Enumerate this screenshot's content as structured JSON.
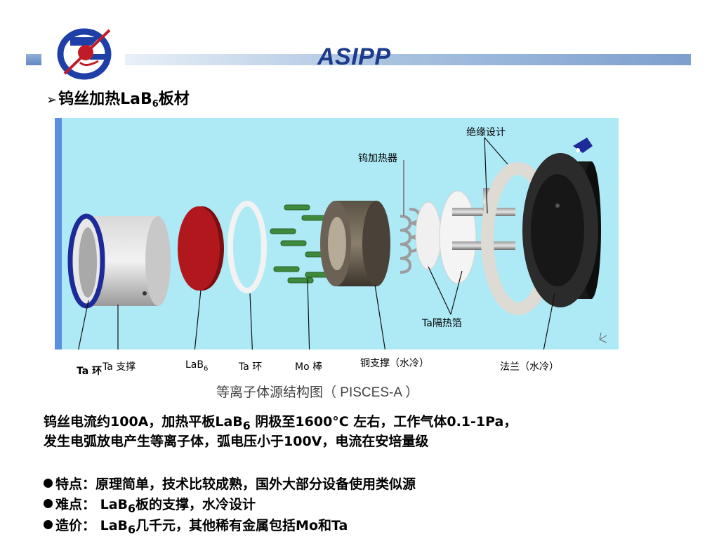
{
  "header": {
    "brand": "ASIPP",
    "colors": {
      "brand": "#1e3a8a",
      "band": "#7d9fce",
      "logo_red": "#c01c28",
      "logo_blue": "#1f3fa8"
    }
  },
  "title": {
    "prefix": "钨丝加热LaB",
    "sub": "6",
    "suffix": "板材"
  },
  "figure": {
    "labels": {
      "insulation": "绝缘设计",
      "tungsten_heater": "钨加热器",
      "ta_foil": "Ta隔热箔",
      "ta_ring_left": "Ta 环",
      "ta_support": "Ta 支撑",
      "lab6_prefix": "LaB",
      "lab6_sub": "6",
      "ta_ring": "Ta 环",
      "mo_rod": "Mo 棒",
      "copper_support": "铜支撑（水冷）",
      "flange": "法兰（水冷）"
    },
    "caption_main": "等离子体源结构图",
    "caption_paren_open": "（",
    "caption_code": " PISCES-A ",
    "caption_paren_close": "）"
  },
  "body": {
    "line1_a": "钨丝电流约100A，加热平板LaB",
    "line1_sub": "6",
    "line1_b": " 阴极至1600°C 左右，工作气体0.1-1Pa，",
    "line2": "发生电弧放电产生等离子体，弧电压小于100V，电流在安培量级",
    "feature": "特点：原理简单，技术比较成熟，国外大部分设备使用类似源",
    "difficulty_a": "难点： LaB",
    "difficulty_sub": "6",
    "difficulty_b": "板的支撑，水冷设计",
    "cost_a": "造价： LaB",
    "cost_sub": "6",
    "cost_b": "几千元，其他稀有金属包括Mo和Ta"
  }
}
